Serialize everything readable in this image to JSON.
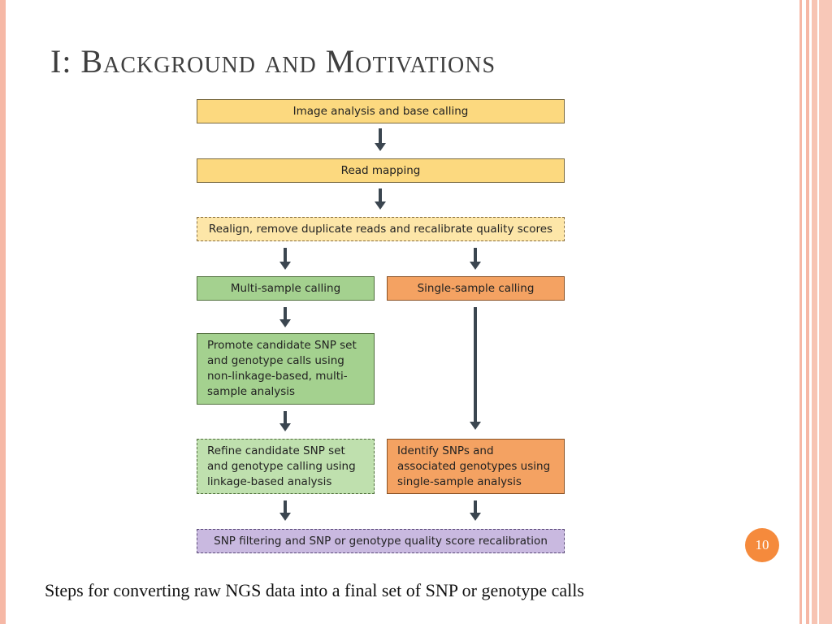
{
  "slide": {
    "title": "I: Background and Motivations",
    "caption": "Steps for converting raw NGS data into a final set of SNP or genotype calls",
    "page_number": "10"
  },
  "diagram": {
    "steps": {
      "image_analysis": "Image analysis and base calling",
      "read_mapping": "Read mapping",
      "realign": "Realign, remove duplicate reads and recalibrate quality scores",
      "multi_sample": "Multi-sample calling",
      "single_sample": "Single-sample calling",
      "promote": "Promote candidate SNP set and genotype calls using non-linkage-based, multi-sample analysis",
      "refine": "Refine candidate SNP set and genotype calling using linkage-based analysis",
      "identify": "Identify SNPs and associated genotypes using single-sample analysis",
      "filtering": "SNP filtering and SNP or genotype quality score recalibration"
    }
  },
  "colors": {
    "solid_step": "#fcd97f",
    "optional_step": "#fde6a8",
    "multi_sample": "#a4d18f",
    "single_sample": "#f4a262",
    "final_step": "#c9b9e0",
    "arrow": "#3b4650",
    "page_badge": "#f58a3c",
    "accent_stripes": "#f6b8a6"
  }
}
